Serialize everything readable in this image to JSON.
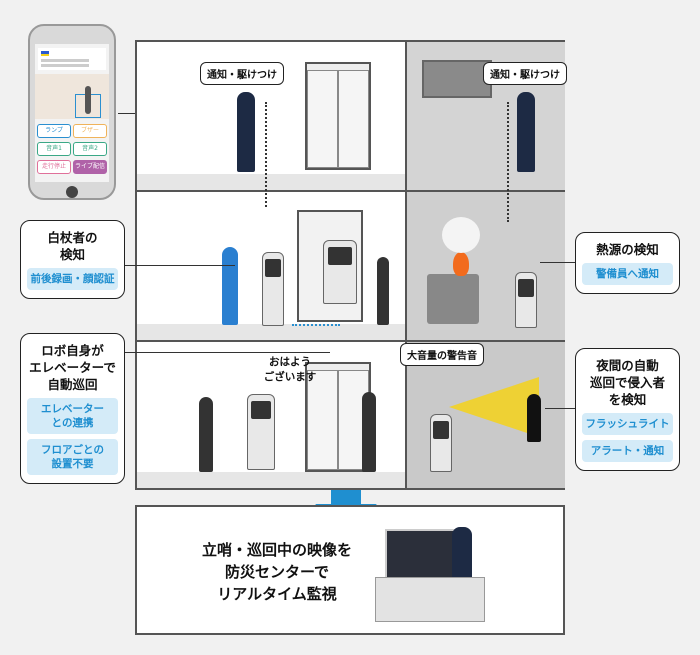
{
  "phone": {
    "buttons": [
      {
        "label": "ランプ",
        "color": "#2a8fd0"
      },
      {
        "label": "ブザー",
        "color": "#f0b35a"
      },
      {
        "label": "音声1",
        "color": "#3aa886"
      },
      {
        "label": "音声2",
        "color": "#3aa886"
      },
      {
        "label": "走行停止",
        "color": "#e0709a"
      },
      {
        "label": "ライブ配信",
        "color": "#b062a8"
      }
    ]
  },
  "notify_labels": [
    "通知・駆けつけ",
    "通知・駆けつけ"
  ],
  "speech": {
    "greeting": "おはよう\nございます",
    "alarm": "大音量の警告音"
  },
  "callouts": {
    "white_cane": {
      "title": [
        "白杖者の",
        "検知"
      ],
      "tags": [
        "前後録画・顔認証"
      ]
    },
    "elevator_patrol": {
      "title": [
        "ロボ自身が",
        "エレベーターで",
        "自動巡回"
      ],
      "tags": [
        "エレベーター\nとの連携",
        "フロアごとの\n設置不要"
      ]
    },
    "heat": {
      "title": [
        "熱源の検知"
      ],
      "tags": [
        "警備員へ通知"
      ]
    },
    "night": {
      "title": [
        "夜間の自動",
        "巡回で侵入者",
        "を検知"
      ],
      "tags": [
        "フラッシュライト",
        "アラート・通知"
      ]
    }
  },
  "bottom": {
    "text": [
      "立哨・巡回中の映像を",
      "防災センターで",
      "リアルタイム監視"
    ]
  },
  "colors": {
    "accent": "#1f8fd0",
    "tag_bg": "#d4ebf8",
    "night_room": "#cfcfcf",
    "light_beam": "#f5d21a"
  }
}
